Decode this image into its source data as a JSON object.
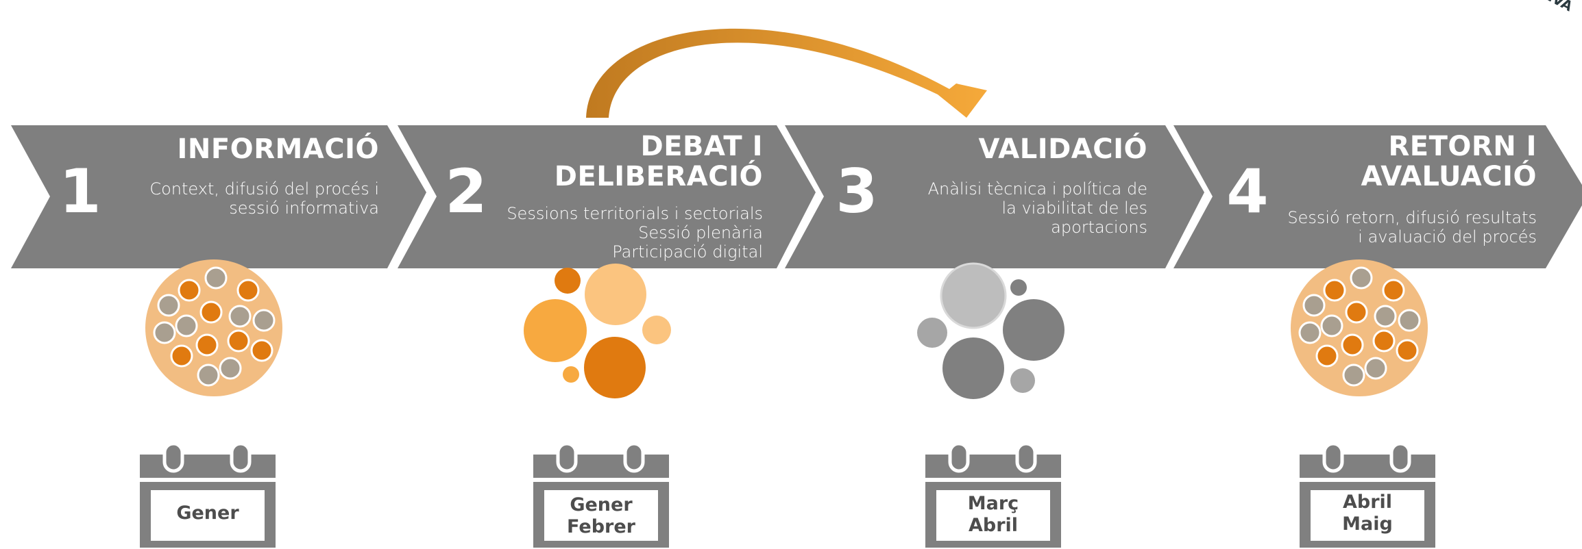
{
  "steps": [
    {
      "number": "1",
      "title_lines": [
        "INFORMACIÓ"
      ],
      "desc_lines": [
        "Context, difusió del procés i",
        "sessió informativa"
      ],
      "calendar_lines": [
        "Gener"
      ]
    },
    {
      "number": "2",
      "title_lines": [
        "DEBAT I",
        "DELIBERACIÓ"
      ],
      "desc_lines": [
        "Sessions territorials  i sectorials",
        "Sessió plenària",
        "Participació digital"
      ],
      "calendar_lines": [
        "Gener",
        "Febrer"
      ]
    },
    {
      "number": "3",
      "title_lines": [
        "VALIDACIÓ"
      ],
      "desc_lines": [
        "Anàlisi tècnica i política de",
        "la viabilitat de les",
        "aportacions"
      ],
      "calendar_lines": [
        "Març",
        "Abril"
      ]
    },
    {
      "number": "4",
      "title_lines": [
        "RETORN I",
        "AVALUACIÓ"
      ],
      "desc_lines": [
        "Sessió retorn, difusió  resultats",
        "i avaluació del procés"
      ],
      "calendar_lines": [
        "Abril",
        "Maig"
      ]
    }
  ],
  "corner_text": "A TEVA",
  "colors": {
    "chevron": "#7f7f7f",
    "orange_dark": "#e07a10",
    "orange_mid": "#f7a940",
    "orange_light": "#fbc47f",
    "tan": "#f2bd82",
    "grey_dot": "#a99f90",
    "grey_light": "#bdbdbd",
    "grey_mid": "#a6a6a6",
    "grey_dark": "#808080",
    "arrow": "#e8a13a"
  }
}
